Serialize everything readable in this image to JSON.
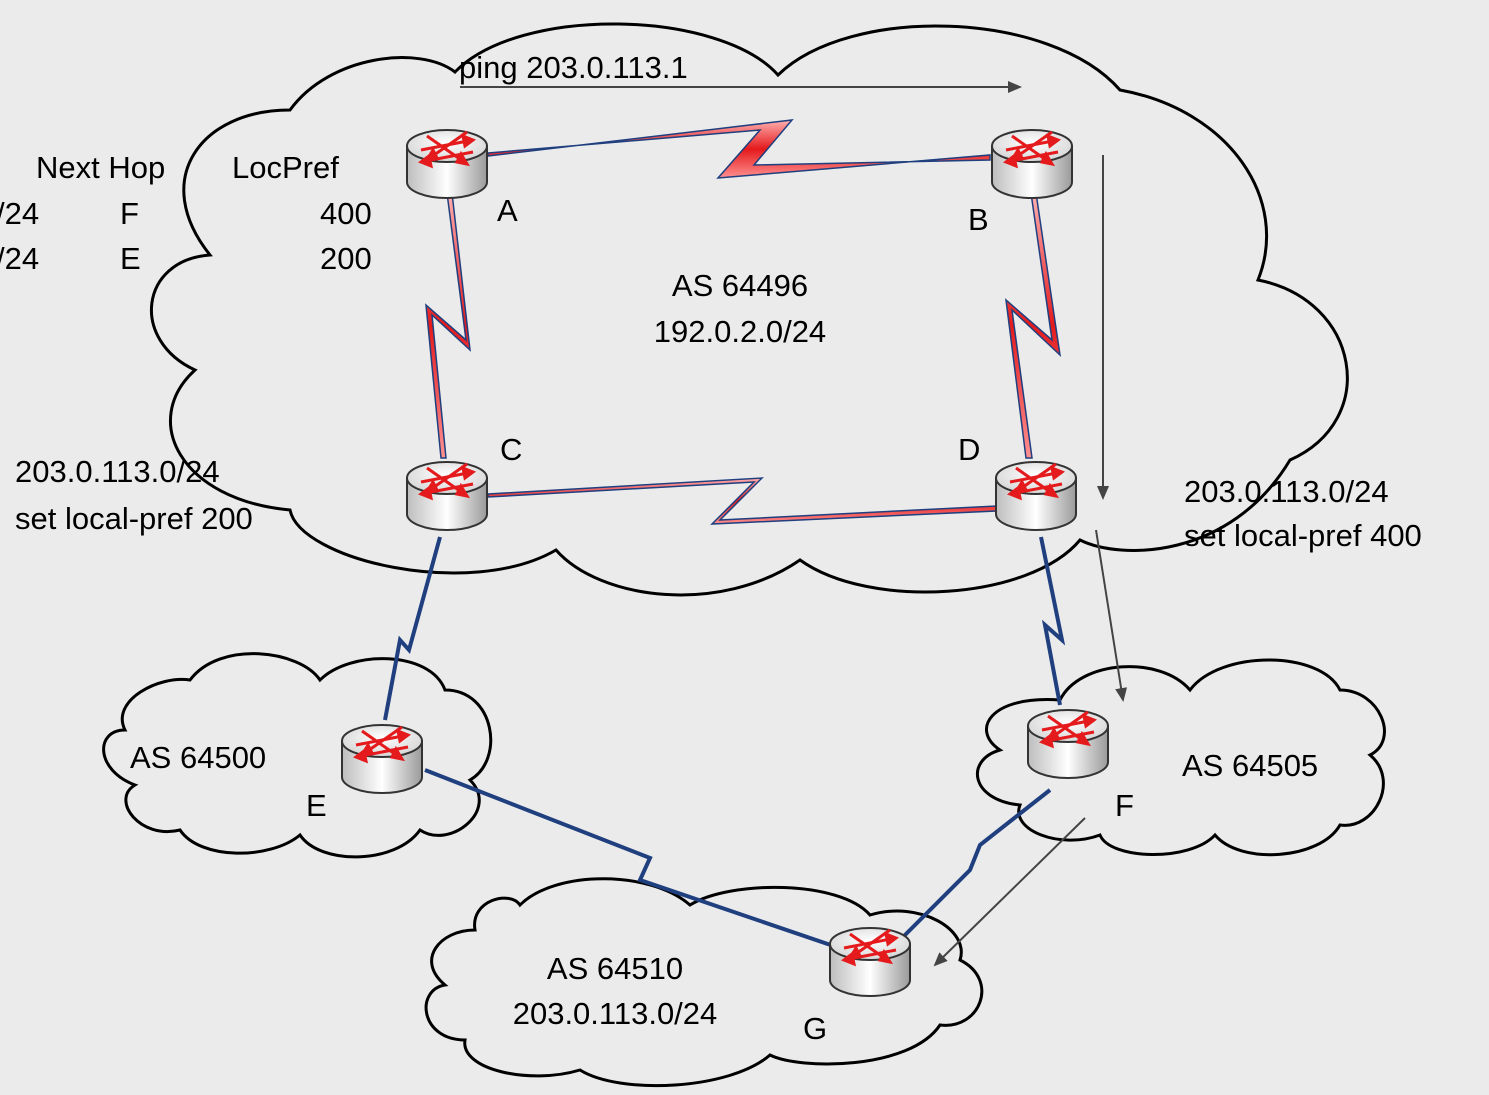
{
  "ping_label": "ping 203.0.113.1",
  "table": {
    "header_next_hop": "Next Hop",
    "header_locpref": "LocPref",
    "rows": [
      {
        "prefix": "/24",
        "next_hop": "F",
        "locpref": "400"
      },
      {
        "prefix": "/24",
        "next_hop": "E",
        "locpref": "200"
      }
    ]
  },
  "routers": {
    "a": "A",
    "b": "B",
    "c": "C",
    "d": "D",
    "e": "E",
    "f": "F",
    "g": "G"
  },
  "clouds": {
    "main": {
      "as": "AS 64496",
      "prefix": "192.0.2.0/24"
    },
    "e": {
      "as": "AS 64500"
    },
    "f": {
      "as": "AS 64505"
    },
    "g": {
      "as": "AS 64510",
      "prefix": "203.0.113.0/24"
    }
  },
  "policy_c": {
    "line1": "203.0.113.0/24",
    "line2": "set local-pref 200"
  },
  "policy_d": {
    "line1": "203.0.113.0/24",
    "line2": "set local-pref 400"
  },
  "colors": {
    "background": "#ebebeb",
    "ibgp_link": "#e41a1c",
    "ebgp_link": "#1f3f7f",
    "arrow": "#444444",
    "cloud_stroke": "#000000"
  }
}
